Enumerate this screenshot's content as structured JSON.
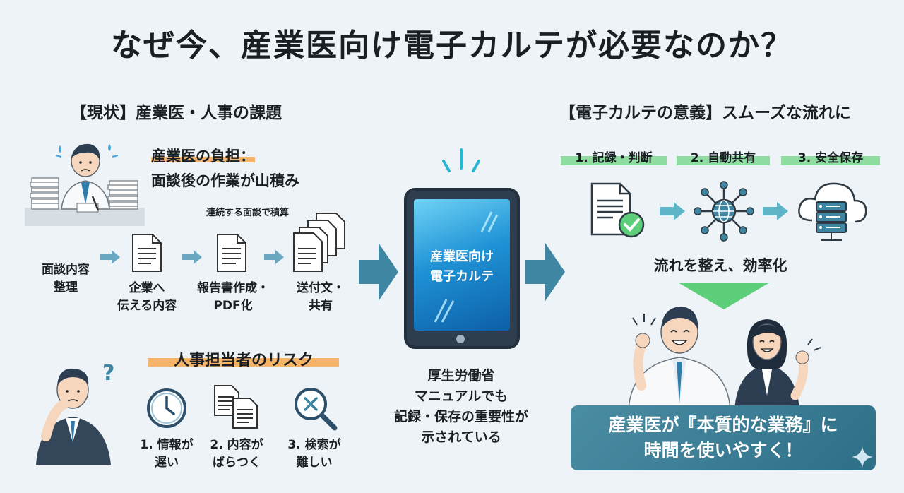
{
  "title": "なぜ今、産業医向け電子カルテが必要なのか？",
  "left": {
    "heading": "【現状】産業医・人事の課題",
    "burden": {
      "title": "産業医の負担：",
      "subtitle": "面談後の作業が山積み",
      "accumulate_note": "連続する面談で積算",
      "flow": [
        {
          "label_lines": [
            "面談内容",
            "整理"
          ]
        },
        {
          "label_lines": [
            "企業へ",
            "伝える内容"
          ]
        },
        {
          "label_lines": [
            "報告書作成・",
            "PDF化"
          ]
        },
        {
          "label_lines": [
            "送付文・",
            "共有"
          ]
        }
      ]
    },
    "risk": {
      "title": "人事担当者のリスク",
      "items": [
        {
          "icon": "clock-icon",
          "label_lines": [
            "1. 情報が",
            "遅い"
          ]
        },
        {
          "icon": "documents-icon",
          "label_lines": [
            "2. 内容が",
            "ばらつく"
          ]
        },
        {
          "icon": "search-x-icon",
          "label_lines": [
            "3. 検索が",
            "難しい"
          ]
        }
      ]
    }
  },
  "center": {
    "tablet_lines": [
      "産業医向け",
      "電子カルテ"
    ],
    "note_lines": [
      "厚生労働省",
      "マニュアルでも",
      "記録・保存の重要性が",
      "示されている"
    ]
  },
  "right": {
    "heading": "【電子カルテの意義】スムーズな流れに",
    "steps": [
      {
        "label": "1. 記録・判断",
        "icon": "document-check-icon"
      },
      {
        "label": "2. 自動共有",
        "icon": "network-globe-icon"
      },
      {
        "label": "3. 安全保存",
        "icon": "cloud-server-icon"
      }
    ],
    "efficiency": "流れを整え、効率化",
    "banner_lines": [
      "産業医が『本質的な業務』に",
      "時間を使いやすく！"
    ]
  },
  "colors": {
    "background": "#eef3f7",
    "highlight_orange": "#f6b46a",
    "highlight_green": "#8fdca0",
    "arrow_blue": "#3f86a3",
    "banner_teal": "#2e6f88",
    "funnel_green": "#5dce7a"
  }
}
